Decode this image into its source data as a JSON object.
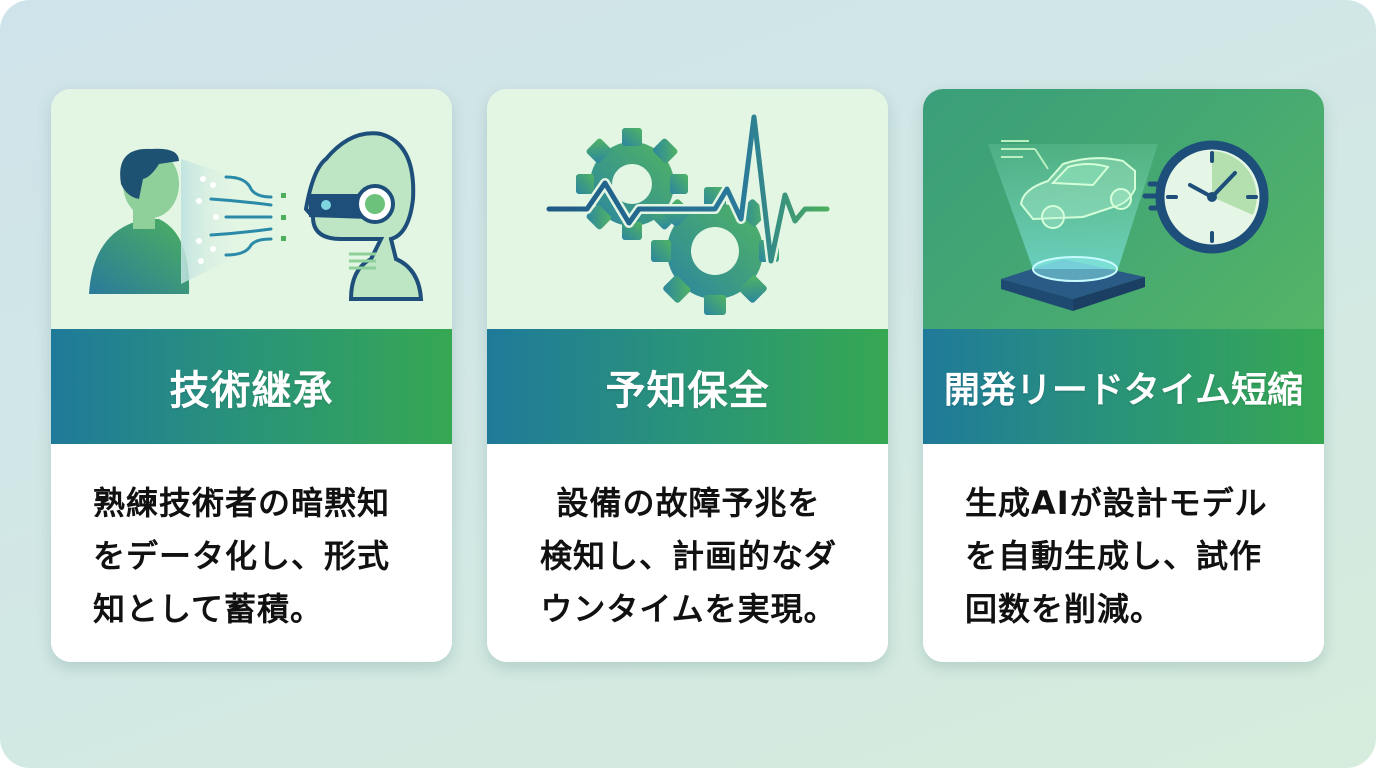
{
  "cards": [
    {
      "title": "技術継承",
      "description": "熟練技術者の暗黙知\nをデータ化し、形式\n知として蓄積。",
      "illustration": "human-to-robot-knowledge-transfer-icon"
    },
    {
      "title": "予知保全",
      "description": "設備の故障予兆を\n検知し、計画的なダ\nウンタイムを実現。",
      "illustration": "gears-heartbeat-icon"
    },
    {
      "title": "開発リードタイム短縮",
      "description": "生成AIが設計モデル\nを自動生成し、試作\n回数を削減。",
      "illustration": "hologram-car-clock-icon"
    }
  ],
  "colors": {
    "band_start": "#1f7a9a",
    "band_end": "#36a852",
    "illustration_bg": "#e3f5e3",
    "accent_dark": "#1e4f7a",
    "accent_green": "#4caf5c"
  }
}
